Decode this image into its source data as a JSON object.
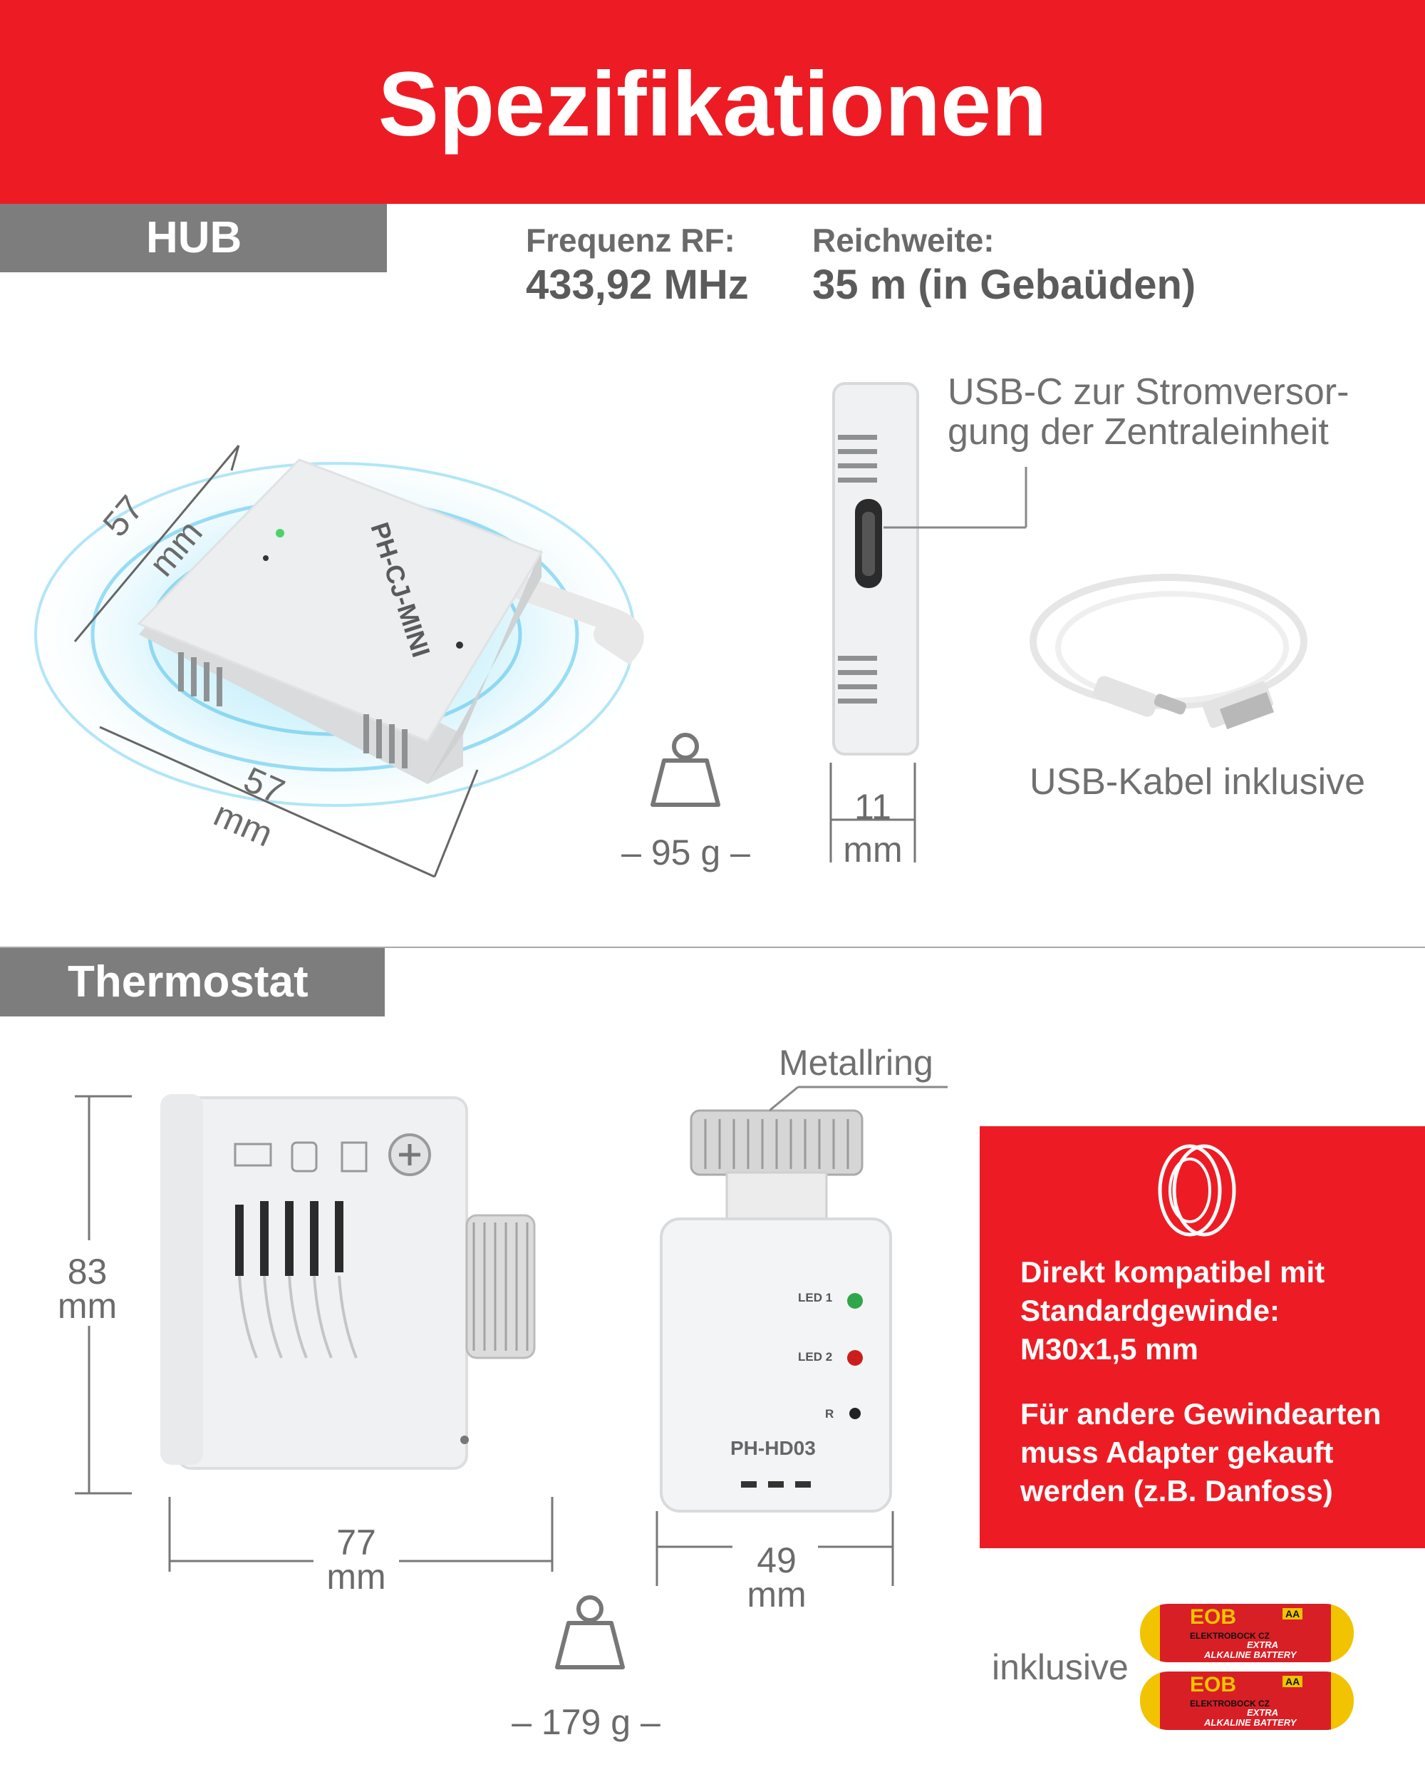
{
  "header": {
    "title": "Spezifikationen"
  },
  "hub": {
    "section_label": "HUB",
    "frequency": {
      "label": "Frequenz RF:",
      "value": "433,92 MHz"
    },
    "range": {
      "label": "Reichweite:",
      "value": "35 m (in Gebaüden)"
    },
    "device_label": "PH-CJ-MINI",
    "width": {
      "value": "57",
      "unit": "mm"
    },
    "depth": {
      "value": "57",
      "unit": "mm"
    },
    "weight": "– 95 g –",
    "thickness": {
      "value": "11",
      "unit": "mm"
    },
    "usb_note_line1": "USB-C zur Stromversor-",
    "usb_note_line2": "gung der Zentraleinheit",
    "cable_note": "USB-Kabel inklusive"
  },
  "thermostat": {
    "section_label": "Thermostat",
    "height": {
      "value": "83",
      "unit": "mm"
    },
    "length": {
      "value": "77",
      "unit": "mm"
    },
    "width": {
      "value": "49",
      "unit": "mm"
    },
    "weight": "– 179 g –",
    "ring_label": "Metallring",
    "model": "PH-HD03",
    "led1": "LED 1",
    "led2": "LED 2",
    "reset": "R",
    "compat_line1": "Direkt kompatibel mit",
    "compat_line2": "Standardgewinde:",
    "compat_line3": "M30x1,5 mm",
    "adapter_line1": "Für andere Gewindearten",
    "adapter_line2": "muss Adapter gekauft",
    "adapter_line3": "werden (z.B. Danfoss)",
    "batteries_note": "inklusive",
    "battery_brand": "EOB",
    "battery_size": "AA",
    "battery_maker": "ELEKTROBOCK CZ",
    "battery_type1": "EXTRA",
    "battery_type2": "ALKALINE BATTERY"
  },
  "colors": {
    "accent": "#ed1c24",
    "tab": "#7d7d7d",
    "text": "#5d5d5d"
  }
}
